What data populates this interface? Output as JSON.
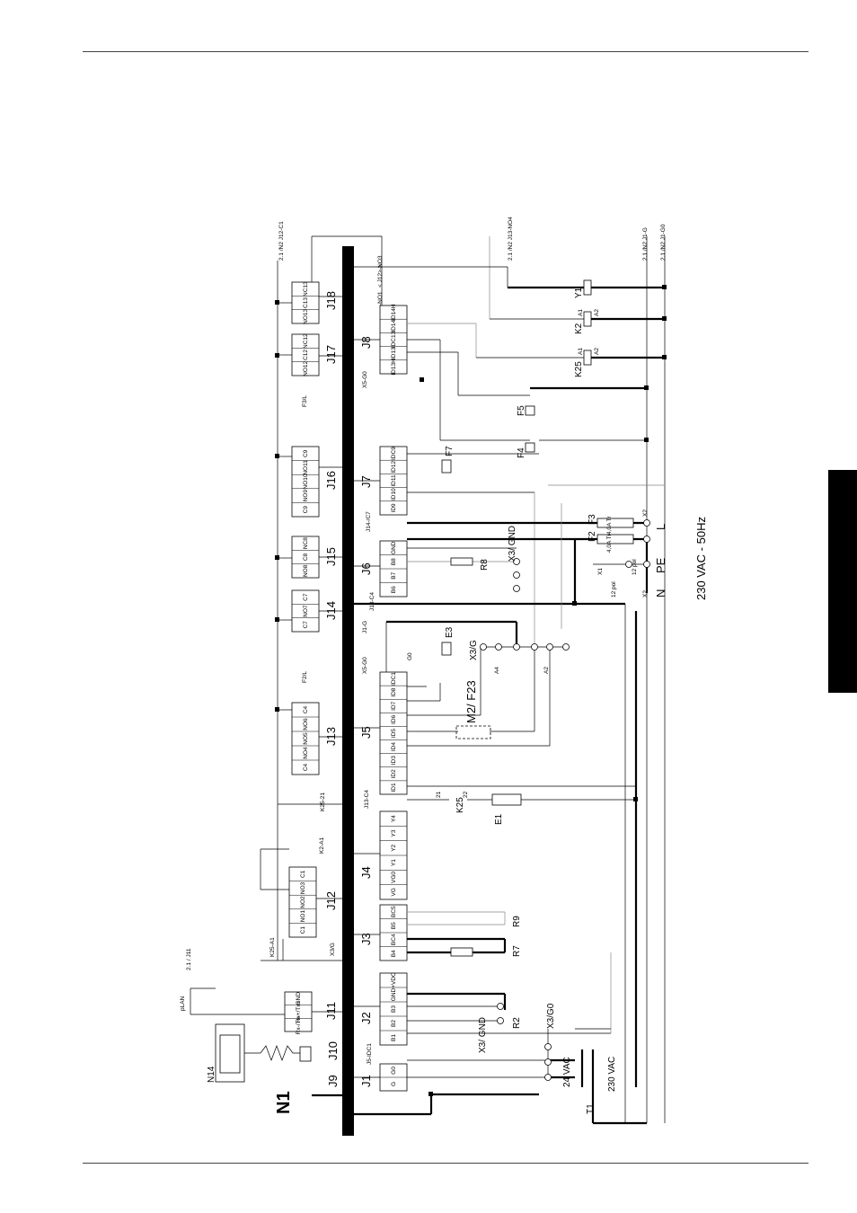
{
  "board": {
    "label": "N1",
    "connectors": [
      {
        "name": "J1",
        "pins": [
          "G",
          "G0"
        ]
      },
      {
        "name": "J2",
        "pins": [
          "B1",
          "B2",
          "B3",
          "GND",
          "+VDC"
        ]
      },
      {
        "name": "J3",
        "pins": [
          "B4",
          "BC4",
          "B5",
          "BC5"
        ]
      },
      {
        "name": "J4",
        "pins": [
          "VG",
          "VG0",
          "Y1",
          "Y2",
          "Y3",
          "Y4"
        ]
      },
      {
        "name": "J5",
        "pins": [
          "ID1",
          "ID2",
          "ID3",
          "ID4",
          "ID5",
          "ID6",
          "ID7",
          "ID8",
          "IDC1"
        ]
      },
      {
        "name": "J6",
        "pins": [
          "B6",
          "B7",
          "B8",
          "GND"
        ]
      },
      {
        "name": "J7",
        "pins": [
          "ID9",
          "ID10",
          "ID11",
          "ID12",
          "IDC9"
        ]
      },
      {
        "name": "J8",
        "pins": [
          "ID13H",
          "ID13",
          "IDC13",
          "ID14",
          "ID14H"
        ]
      },
      {
        "name": "J9",
        "pins": []
      },
      {
        "name": "J10",
        "pins": []
      },
      {
        "name": "J11",
        "pins": [
          "Rx-/Tx-",
          "Rx+/Tx+",
          "GND"
        ]
      },
      {
        "name": "J12",
        "pins": [
          "C1",
          "NO1",
          "NO2",
          "NO3",
          "C1"
        ]
      },
      {
        "name": "J13",
        "pins": [
          "C4",
          "NO4",
          "NO5",
          "NO6",
          "C4"
        ]
      },
      {
        "name": "J14",
        "pins": [
          "C7",
          "NO7",
          "C7"
        ]
      },
      {
        "name": "J15",
        "pins": [
          "NO8",
          "C8",
          "NC8"
        ]
      },
      {
        "name": "J16",
        "pins": [
          "C9",
          "NO9",
          "NO10",
          "NO11",
          "C9"
        ]
      },
      {
        "name": "J17",
        "pins": [
          "NO12",
          "C12",
          "NC12"
        ]
      },
      {
        "name": "J18",
        "pins": [
          "NO13",
          "C13",
          "NC13"
        ]
      }
    ]
  },
  "wire_labels": [
    "X3/ G",
    "J5-IDC1",
    "X3/G",
    "K25-A1",
    "K2-A1",
    "K25-21",
    "J13-C4",
    "X5-G0",
    "F2/L",
    "J1-G",
    "J13-C4",
    "J14-/C7",
    "X5-G0",
    "F3/L",
    "< J12> >",
    "-NO1",
    "-NO3"
  ],
  "references": [
    "2.1 / J11",
    "2.1 /N2 J12-C1",
    "2.1 /N2 J13-NO4",
    "2.1 /N2 J1-G",
    "2.1 /N2 J1-G0"
  ],
  "network": {
    "plan_label": "pLAN",
    "terminal_label": "N14"
  },
  "components": {
    "sensors": [
      "R2",
      "R7",
      "R9",
      "R8"
    ],
    "switches": [
      "E3",
      "F7",
      "F4",
      "F5"
    ],
    "motor": "M2/ F23",
    "relays": [
      {
        "name": "K25",
        "a1": "A1",
        "a2": "A2"
      },
      {
        "name": "K2",
        "a1": "A1",
        "a2": "A2"
      },
      {
        "name": "Y1",
        "a1": "",
        "a2": ""
      }
    ],
    "k25_contact": {
      "name": "K25",
      "c1": "21",
      "c2": "22"
    },
    "heater": "E1",
    "x3_labels": [
      "X3/ GND",
      "X3/G",
      "X3/ GND",
      "X3/G0"
    ],
    "signals": [
      "A4",
      "A2",
      "G0"
    ]
  },
  "transformer": {
    "name": "T1",
    "secondary": "24 VAC",
    "primary": "230 VAC"
  },
  "fuses": [
    {
      "name": "F2",
      "rating": "4,0A Tr"
    },
    {
      "name": "F3",
      "rating": "4,0A Tr"
    }
  ],
  "terminals": {
    "x1": "X1",
    "x2a": "X2",
    "x2b": "X2",
    "pol1": "12 pol",
    "pol2": "12 pol"
  },
  "supply": {
    "l": "L",
    "n": "N",
    "pe": "PE",
    "text": "230 VAC - 50Hz"
  }
}
